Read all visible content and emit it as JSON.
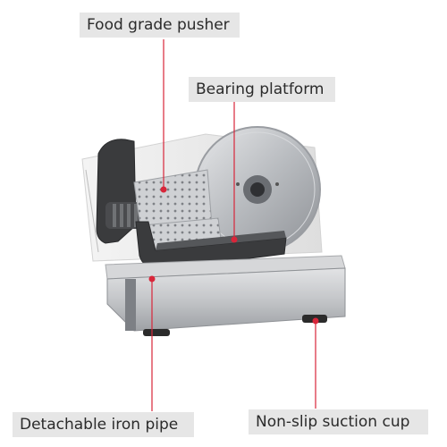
{
  "callouts": {
    "food_pusher": "Food grade pusher",
    "bearing_platform": "Bearing platform",
    "iron_pipe": "Detachable iron pipe",
    "suction_cup": "Non-slip suction cup"
  },
  "colors": {
    "label_bg": "#e6e6e6",
    "label_text": "#2b2b2b",
    "marker_red": "#d8263a",
    "body_steel": "#c9cbce",
    "dark_plastic": "#3a3b3d",
    "blade": "#b9bcc0"
  }
}
